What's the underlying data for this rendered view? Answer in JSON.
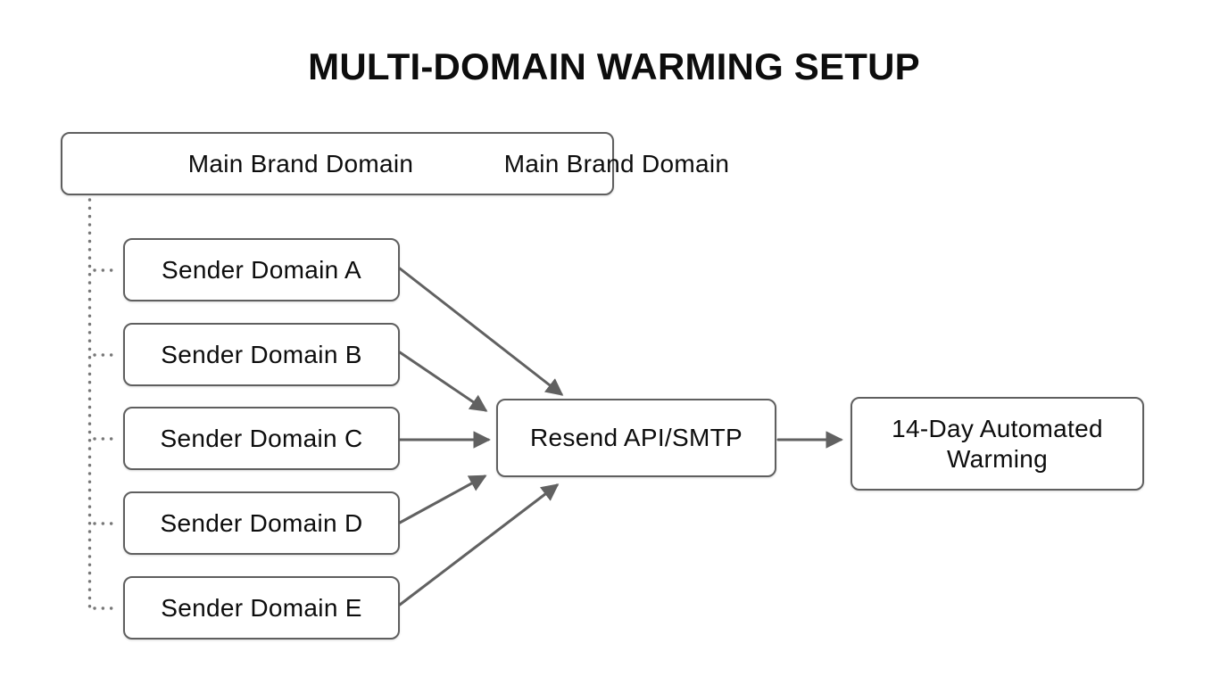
{
  "title": "MULTI-DOMAIN WARMING SETUP",
  "nodes": {
    "main_brand": {
      "label": "Main Brand Domain",
      "overflow_label": "Main Brand Domain"
    },
    "senders": [
      {
        "label": "Sender Domain A"
      },
      {
        "label": "Sender Domain B"
      },
      {
        "label": "Sender Domain C"
      },
      {
        "label": "Sender Domain D"
      },
      {
        "label": "Sender Domain E"
      }
    ],
    "resend": {
      "label": "Resend API/SMTP"
    },
    "warming": {
      "label": "14-Day Automated Warming"
    }
  },
  "edges": [
    {
      "from": "Main Brand Domain",
      "to": "Sender Domain A",
      "style": "dotted-line"
    },
    {
      "from": "Main Brand Domain",
      "to": "Sender Domain B",
      "style": "dotted-line"
    },
    {
      "from": "Main Brand Domain",
      "to": "Sender Domain C",
      "style": "dotted-line"
    },
    {
      "from": "Main Brand Domain",
      "to": "Sender Domain D",
      "style": "dotted-line"
    },
    {
      "from": "Main Brand Domain",
      "to": "Sender Domain E",
      "style": "dotted-line"
    },
    {
      "from": "Sender Domain A",
      "to": "Resend API/SMTP",
      "style": "solid-arrow"
    },
    {
      "from": "Sender Domain B",
      "to": "Resend API/SMTP",
      "style": "solid-arrow"
    },
    {
      "from": "Sender Domain C",
      "to": "Resend API/SMTP",
      "style": "solid-arrow"
    },
    {
      "from": "Sender Domain D",
      "to": "Resend API/SMTP",
      "style": "solid-arrow"
    },
    {
      "from": "Sender Domain E",
      "to": "Resend API/SMTP",
      "style": "solid-arrow"
    },
    {
      "from": "Resend API/SMTP",
      "to": "14-Day Automated Warming",
      "style": "solid-arrow"
    }
  ],
  "colors": {
    "background": "#ffffff",
    "node_border": "#5f5f5f",
    "edge": "#616161",
    "dotted": "#787878",
    "text": "#0d0d0d"
  }
}
